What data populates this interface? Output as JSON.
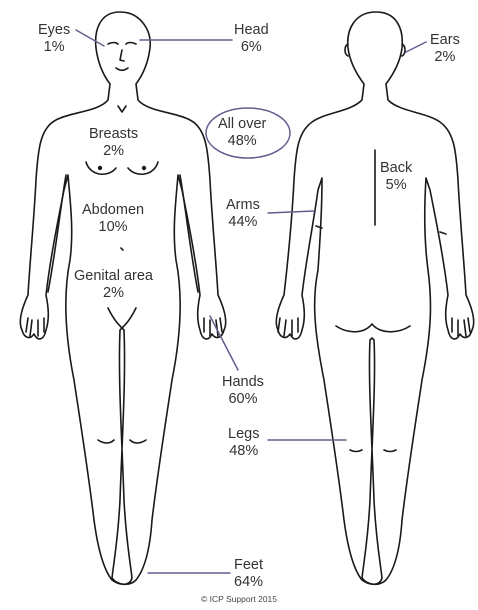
{
  "labels": {
    "eyes": {
      "name": "Eyes",
      "pct": "1%"
    },
    "head": {
      "name": "Head",
      "pct": "6%"
    },
    "ears": {
      "name": "Ears",
      "pct": "2%"
    },
    "allover": {
      "name": "All over",
      "pct": "48%"
    },
    "breasts": {
      "name": "Breasts",
      "pct": "2%"
    },
    "back": {
      "name": "Back",
      "pct": "5%"
    },
    "arms": {
      "name": "Arms",
      "pct": "44%"
    },
    "abdomen": {
      "name": "Abdomen",
      "pct": "10%"
    },
    "genital": {
      "name": "Genital area",
      "pct": "2%"
    },
    "hands": {
      "name": "Hands",
      "pct": "60%"
    },
    "legs": {
      "name": "Legs",
      "pct": "48%"
    },
    "feet": {
      "name": "Feet",
      "pct": "64%"
    }
  },
  "copyright": "© ICP Support 2015",
  "colors": {
    "leader": "#6a5a8f",
    "outline": "#1a1a1a",
    "text": "#333333"
  }
}
